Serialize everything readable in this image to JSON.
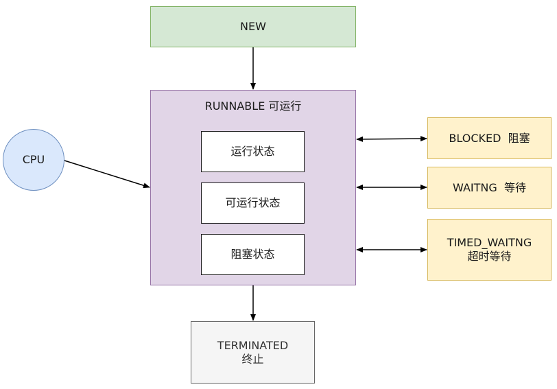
{
  "nodes": {
    "new": {
      "label": "NEW"
    },
    "runnable": {
      "label": "RUNNABLE 可运行"
    },
    "sub_running": {
      "label": "运行状态"
    },
    "sub_runnable": {
      "label": "可运行状态"
    },
    "sub_blocked": {
      "label": "阻塞状态"
    },
    "cpu": {
      "label": "CPU"
    },
    "blocked": {
      "label": "BLOCKED  阻塞"
    },
    "waiting": {
      "label": "WAITNG  等待"
    },
    "timed_waiting": {
      "line1": "TIMED_WAITNG",
      "line2": "超时等待"
    },
    "terminated": {
      "line1": "TERMINATED",
      "line2": "终止"
    }
  },
  "colors": {
    "new_fill": "#d5e8d4",
    "new_stroke": "#82b366",
    "runnable_fill": "#e1d5e7",
    "runnable_stroke": "#9673a6",
    "cpu_fill": "#dae8fc",
    "cpu_stroke": "#6c8ebf",
    "waiting_fill": "#fff2cc",
    "waiting_stroke": "#d6b656",
    "terminated_fill": "#f5f5f5",
    "terminated_stroke": "#666666",
    "edge": "#000000"
  },
  "edges": [
    {
      "from": "new",
      "to": "runnable",
      "direction": "forward"
    },
    {
      "from": "cpu",
      "to": "runnable",
      "direction": "forward"
    },
    {
      "from": "runnable",
      "to": "blocked",
      "direction": "both"
    },
    {
      "from": "runnable",
      "to": "waiting",
      "direction": "both"
    },
    {
      "from": "runnable",
      "to": "timed_waiting",
      "direction": "both"
    },
    {
      "from": "runnable",
      "to": "terminated",
      "direction": "forward"
    }
  ]
}
